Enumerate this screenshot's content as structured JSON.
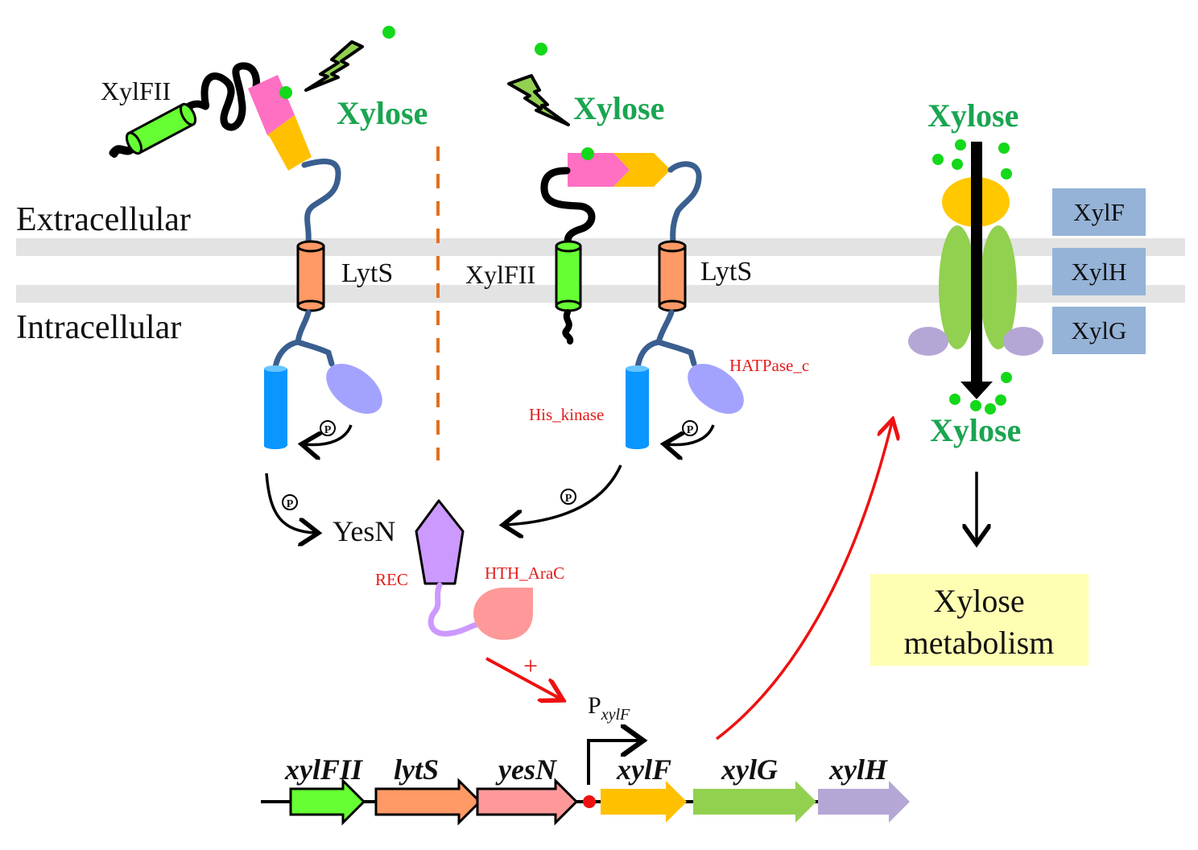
{
  "regions": {
    "extracellular": "Extracellular",
    "intracellular": "Intracellular"
  },
  "ligand": {
    "name": "Xylose",
    "color": "#1aa551",
    "dot_color": "#14d81a"
  },
  "left_panel": {
    "xylfii_label": "XylFII",
    "lyts_label": "LytS",
    "phospho_symbol": "P"
  },
  "middle_panel": {
    "xylfii_label": "XylFII",
    "lyts_label": "LytS",
    "his_kinase_label": "His_kinase",
    "hatpase_label": "HATPase_c",
    "phospho_symbol": "P"
  },
  "regulator": {
    "name": "YesN",
    "rec_label": "REC",
    "hth_label": "HTH_AraC",
    "activation_symbol": "+"
  },
  "promoter": {
    "prefix": "P",
    "subscript": "xylF"
  },
  "operon": {
    "genes": [
      {
        "name": "xylFII",
        "color": "#66ff33"
      },
      {
        "name": "lytS",
        "color": "#ff9966"
      },
      {
        "name": "yesN",
        "color": "#ff9999"
      },
      {
        "name": "xylF",
        "color": "#ffc000"
      },
      {
        "name": "xylG",
        "color": "#92d050"
      },
      {
        "name": "xylH",
        "color": "#b4a7d6"
      }
    ]
  },
  "transporter": {
    "top_label": "Xylose",
    "bottom_label": "Xylose",
    "components": [
      "XylF",
      "XylH",
      "XylG"
    ],
    "component_box_color": "#95b3d7"
  },
  "metabolism_box": {
    "line1": "Xylose",
    "line2": "metabolism",
    "color": "#ffffb3"
  },
  "colors": {
    "membrane": "#e3e3e3",
    "linker_blue": "#3a5f8f",
    "divider": "#e07020",
    "activation_arrow": "#ee1111",
    "his_kinase": "#0a96ff",
    "hatpase": "#a3a3ff",
    "rec": "#cc99ff",
    "hth": "#ff9999",
    "pink_domain": "#ff6fc2",
    "orange_domain": "#ffc000"
  }
}
